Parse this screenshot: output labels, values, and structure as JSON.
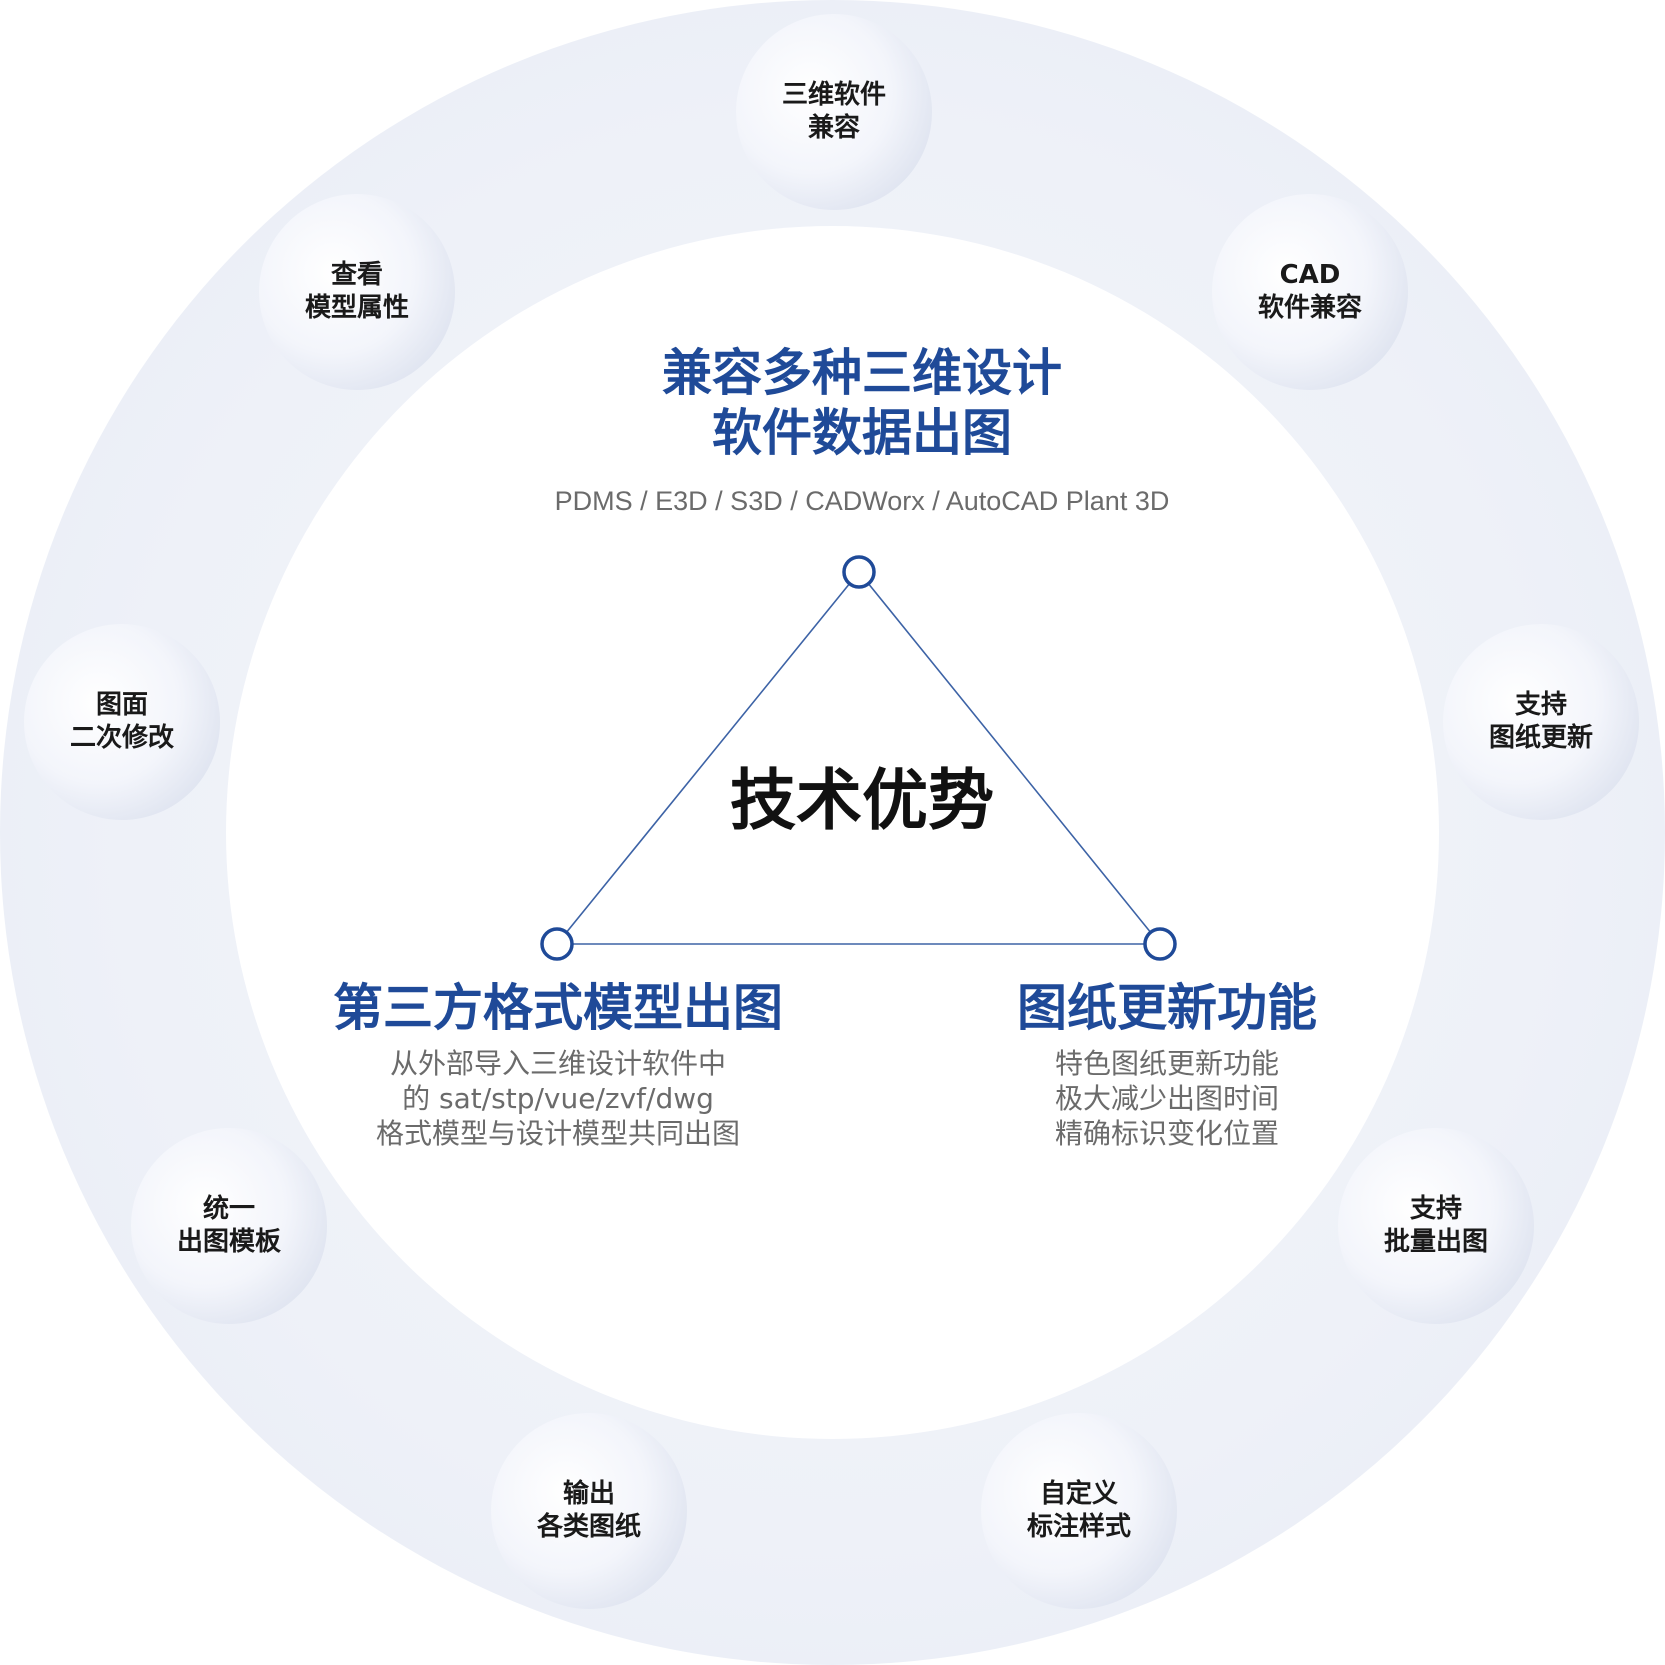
{
  "center": {
    "title": "技术优势"
  },
  "top": {
    "title_line1": "兼容多种三维设计",
    "title_line2": "软件数据出图",
    "subtitle": "PDMS / E3D / S3D / CADWorx / AutoCAD Plant 3D"
  },
  "left": {
    "title": "第三方格式模型出图",
    "desc": [
      "从外部导入三维设计软件中",
      "的 sat/stp/vue/zvf/dwg",
      "格式模型与设计模型共同出图"
    ]
  },
  "right": {
    "title": "图纸更新功能",
    "desc": [
      "特色图纸更新功能",
      "极大减少出图时间",
      "精确标识变化位置"
    ]
  },
  "features": [
    {
      "lines": [
        "三维软件",
        "兼容"
      ]
    },
    {
      "lines": [
        "CAD",
        "软件兼容"
      ]
    },
    {
      "lines": [
        "支持",
        "图纸更新"
      ]
    },
    {
      "lines": [
        "支持",
        "批量出图"
      ]
    },
    {
      "lines": [
        "自定义",
        "标注样式"
      ]
    },
    {
      "lines": [
        "输出",
        "各类图纸"
      ]
    },
    {
      "lines": [
        "统一",
        "出图模板"
      ]
    },
    {
      "lines": [
        "图面",
        "二次修改"
      ]
    },
    {
      "lines": [
        "查看",
        "模型属性"
      ]
    }
  ],
  "colors": {
    "accent": "#1f4a98",
    "line": "#3d63a6",
    "ring": "#eef1f8"
  }
}
